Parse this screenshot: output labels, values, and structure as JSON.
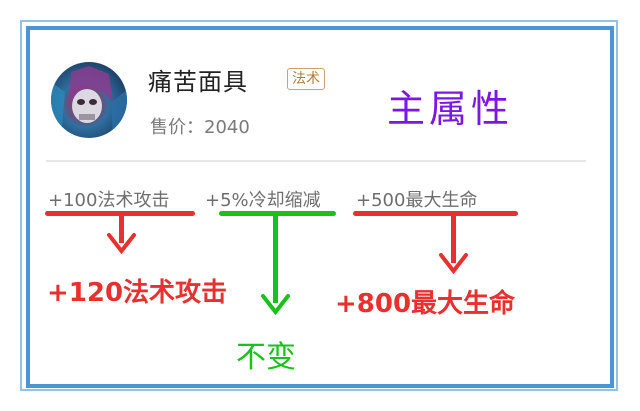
{
  "item": {
    "name": "痛苦面具",
    "type_tag": "法术",
    "price_label": "售价：",
    "price_value": "2040",
    "icon": "skull-mask-item-icon"
  },
  "annotation": {
    "main_attribute_label": "主属性"
  },
  "stats": [
    {
      "label": "+100法术攻击",
      "change": "+120法术攻击",
      "color": "#e8302e"
    },
    {
      "label": "+5%冷却缩减",
      "change": "不变",
      "color": "#19c219"
    },
    {
      "label": "+500最大生命",
      "change": "+800最大生命",
      "color": "#e8302e"
    }
  ],
  "colors": {
    "frame_blue": "#4a95d6",
    "red": "#e8302e",
    "green": "#19c219",
    "purple": "#7b17e6",
    "tag_gold": "#b07f3a"
  }
}
